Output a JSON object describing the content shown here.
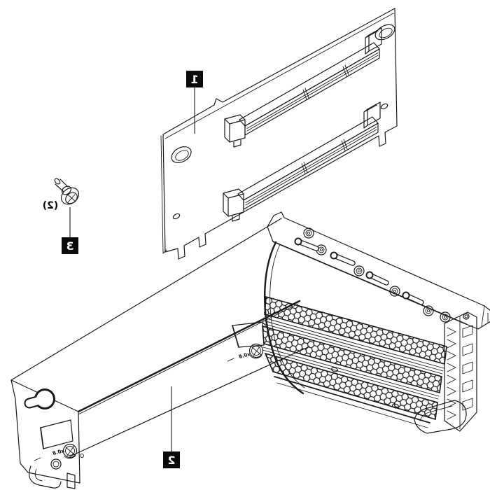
{
  "diagram": {
    "description": "Exploded line-art diagram of a server riser assembly (mirrored illustration)",
    "callouts": [
      {
        "label": "1",
        "part": "riser-card"
      },
      {
        "label": "2",
        "part": "riser-cage"
      },
      {
        "label": "3",
        "part": "captive-screw"
      }
    ],
    "screw_quantity_label": "(2)",
    "thumbscrew_engraving": "x0.8",
    "colors": {
      "line": "#1a1a1a",
      "background": "#ffffff",
      "callout_bg": "#000000",
      "callout_text": "#ffffff"
    }
  }
}
